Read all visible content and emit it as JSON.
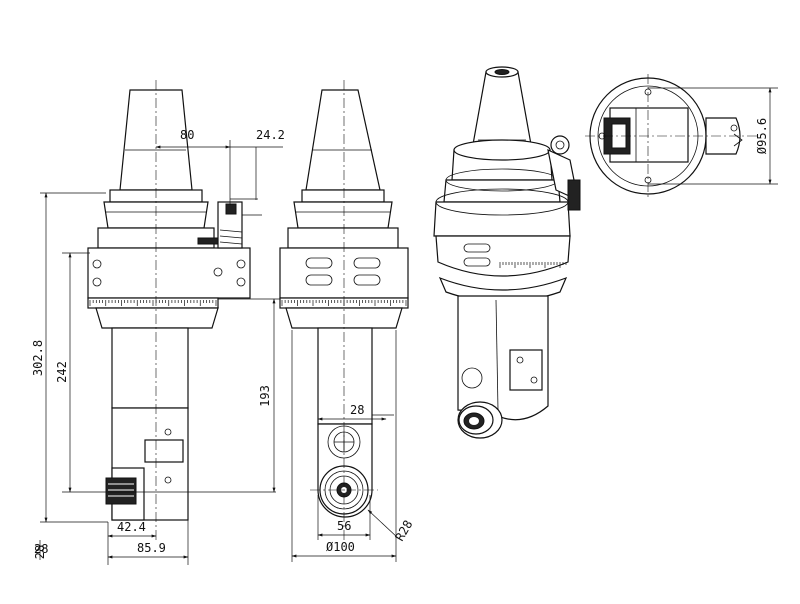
{
  "dimensions": {
    "d80": "80",
    "d24_2": "24.2",
    "d302_8": "302.8",
    "d242": "242",
    "d193": "193",
    "d28_side": "28",
    "d42_4": "42.4",
    "d85_9": "85.9",
    "d28_bottom": "28",
    "d28_front": "28",
    "d56": "56",
    "d100": "Ø100",
    "r28": "R28",
    "d95_6": "Ø95.6"
  }
}
